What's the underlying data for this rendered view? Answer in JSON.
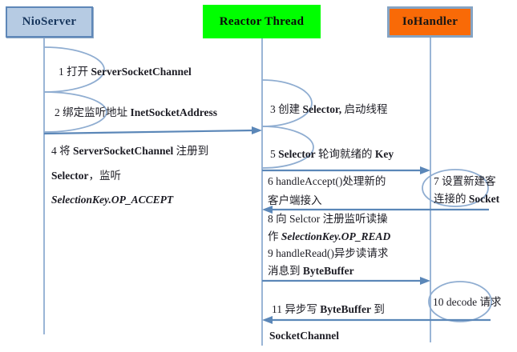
{
  "diagram_title": "NIO Reactor sequence diagram",
  "actors": [
    {
      "name": "NioServer",
      "fill": "#B6CBE3",
      "border": "#5E87B8",
      "text_color": "#17365D"
    },
    {
      "name": "Reactor Thread",
      "fill": "#00FF00",
      "border": "#00FF00",
      "text_color": "#0A0A0A"
    },
    {
      "name": "IoHandler",
      "fill": "#F96A07",
      "border": "#85A3C3",
      "text_color": "#151515"
    }
  ],
  "colors": {
    "lifeline": "#9AB5D6",
    "arc": "#8FADD1",
    "arrow": "#5B87B8",
    "message_text": "#1C1C24"
  },
  "messages": {
    "m1": {
      "t1": "1 打开 ",
      "c1": "ServerSocketChannel"
    },
    "m2": {
      "t1": "2 绑定监听地址 ",
      "c1": "InetSocketAddress"
    },
    "m3": {
      "t1": "3 创建 ",
      "c1": "Selector,",
      "t2": " 启动线程"
    },
    "m4": {
      "l1a": "4 将 ",
      "l1b": "ServerSocketChannel",
      "l1c": " 注册到",
      "l2a": "Selector",
      "l2b": "，监听",
      "l3": "SelectionKey.OP_ACCEPT"
    },
    "m5": {
      "t1": "5 ",
      "c1": "Selector",
      "t2": " 轮询就绪的 ",
      "c2": "Key"
    },
    "m6": {
      "l1": "6 handleAccept()处理新的",
      "l2": "客户端接入"
    },
    "m7": {
      "l1": "7 设置新建客",
      "l2a": "连接的 ",
      "l2b": "Socket"
    },
    "m8": {
      "l1": "8 向 Selctor 注册监听读操",
      "l2a": "作 ",
      "l2b": "SelectionKey.OP_READ"
    },
    "m9": {
      "l1": "9 handleRead()异步读请求",
      "l2a": "消息到 ",
      "l2b": "ByteBuffer"
    },
    "m10": {
      "l1": "10 decode 请求"
    },
    "m11": {
      "l1a": "11 异步写 ",
      "l1b": "ByteBuffer",
      "l1c": " 到",
      "l2": "SocketChannel"
    }
  }
}
